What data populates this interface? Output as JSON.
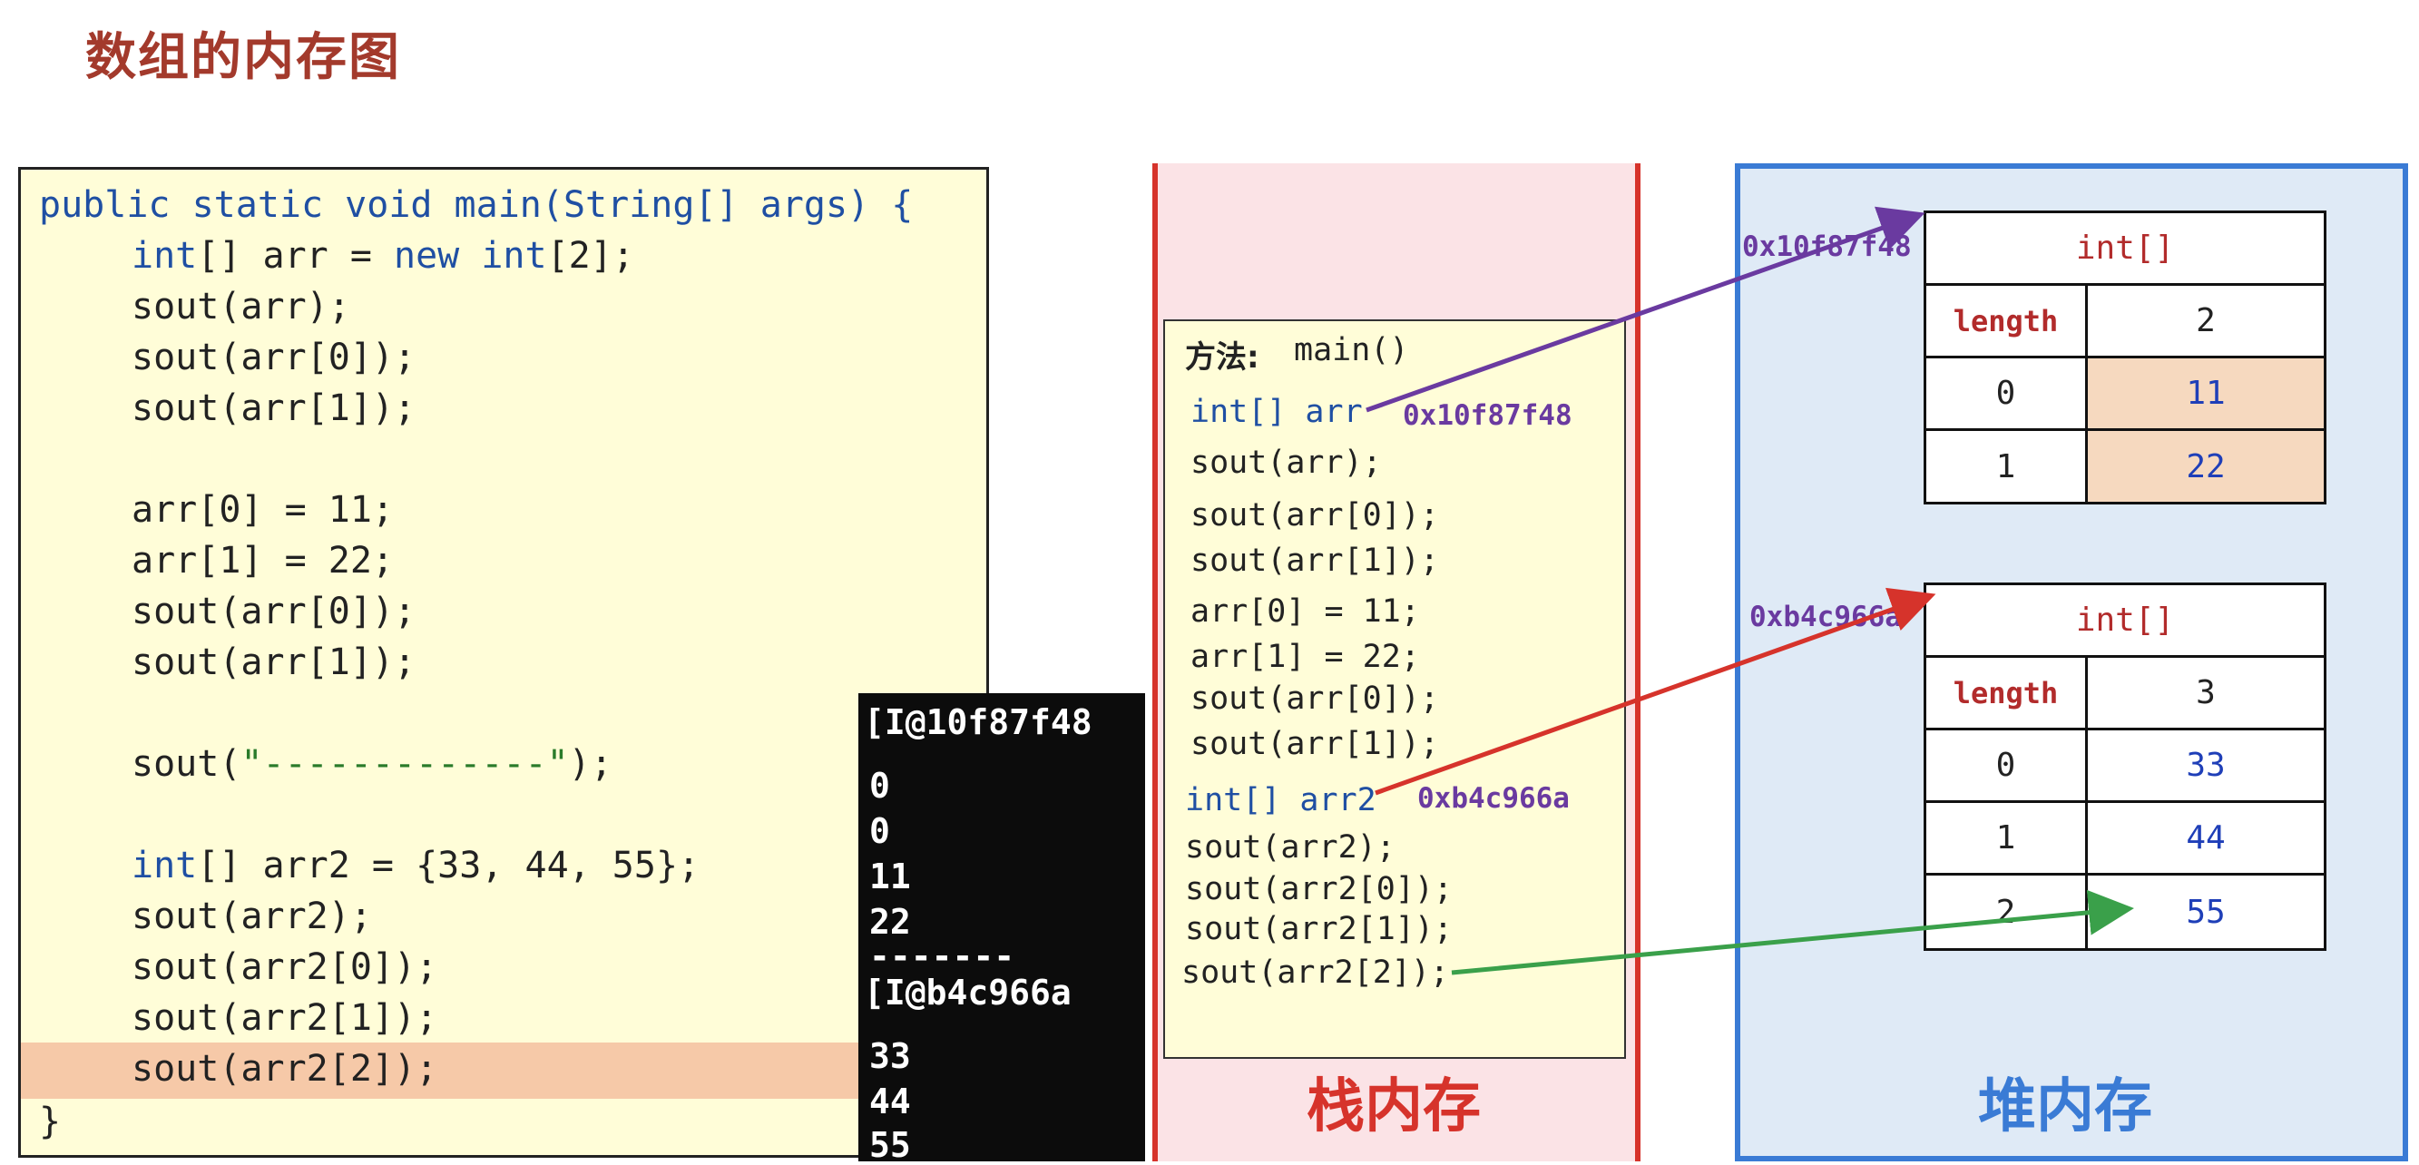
{
  "title": "数组的内存图",
  "code": {
    "l1": "public static void main(String[] args) {",
    "l2_kw": "int",
    "l2_mid": "[] arr = ",
    "l2_new": "new",
    "l2_sp": " ",
    "l2_int": "int",
    "l2_end": "[2];",
    "l3": "sout(arr);",
    "l4": "sout(arr[0]);",
    "l5": "sout(arr[1]);",
    "l6": "arr[0] = 11;",
    "l7": "arr[1] = 22;",
    "l8": "sout(arr[0]);",
    "l9": "sout(arr[1]);",
    "l10_a": "sout(",
    "l10_str": "\"-------------\"",
    "l10_b": ");",
    "l11_kw": "int",
    "l11_rest": "[] arr2 = {33, 44, 55};",
    "l12": "sout(arr2);",
    "l13": "sout(arr2[0]);",
    "l14": "sout(arr2[1]);",
    "l15": "sout(arr2[2]);",
    "l16": "}"
  },
  "console": [
    "[I@10f87f48",
    "0",
    "0",
    "11",
    "22",
    "-------",
    "[I@b4c966a",
    "33",
    "44",
    "55"
  ],
  "stack": {
    "label": "栈内存",
    "method_label": "方法:",
    "method_name": "main()",
    "lines": [
      "int[] arr",
      "sout(arr);",
      "sout(arr[0]);",
      "sout(arr[1]);",
      "arr[0] = 11;",
      "arr[1] = 22;",
      "sout(arr[0]);",
      "sout(arr[1]);",
      "int[] arr2",
      "sout(arr2);",
      "sout(arr2[0]);",
      "sout(arr2[1]);",
      "sout(arr2[2]);"
    ],
    "addr1": "0x10f87f48",
    "addr2": "0xb4c966a"
  },
  "heap": {
    "label": "堆内存",
    "addr1": "0x10f87f48",
    "addr2": "0xb4c966a",
    "table1": {
      "header": "int[]",
      "length_label": "length",
      "length": "2",
      "rows": [
        {
          "i": "0",
          "v": "11"
        },
        {
          "i": "1",
          "v": "22"
        }
      ]
    },
    "table2": {
      "header": "int[]",
      "length_label": "length",
      "length": "3",
      "rows": [
        {
          "i": "0",
          "v": "33"
        },
        {
          "i": "1",
          "v": "44"
        },
        {
          "i": "2",
          "v": "55"
        }
      ]
    }
  },
  "colors": {
    "stack": "#d6332b",
    "heap": "#3a7bd5",
    "arrow_arr": "#6a3aa0",
    "arrow_arr2": "#d6332b",
    "arrow_elem": "#3aa04a"
  }
}
